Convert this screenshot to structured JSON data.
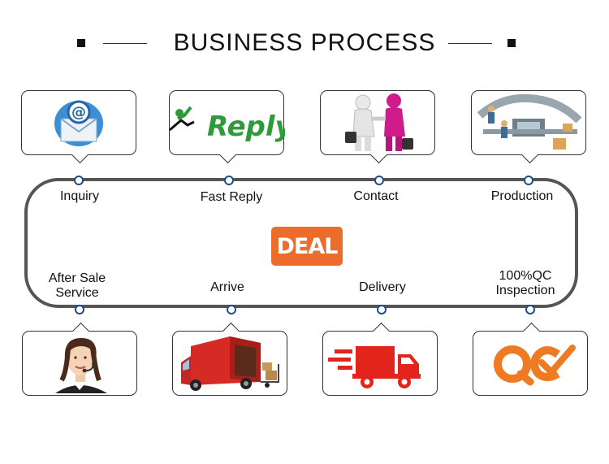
{
  "title": "BUSINESS PROCESS",
  "center_badge": "DEAL",
  "reply_logo_text": "Reply",
  "steps_top": [
    {
      "label": "Inquiry",
      "icon": "email-icon"
    },
    {
      "label": "Fast Reply",
      "icon": "reply-logo-icon"
    },
    {
      "label": "Contact",
      "icon": "handshake-icon"
    },
    {
      "label": "Production",
      "icon": "factory-line-icon"
    }
  ],
  "steps_bottom": [
    {
      "label_1": "After Sale",
      "label_2": "Service",
      "icon": "customer-service-icon"
    },
    {
      "label_1": "Arrive",
      "icon": "delivery-truck-icon"
    },
    {
      "label_1": "Delivery",
      "icon": "fast-truck-icon"
    },
    {
      "label_1": "100%QC",
      "label_2": "Inspection",
      "icon": "qc-check-icon"
    }
  ],
  "colors": {
    "accent": "#ec6d2b",
    "loop": "#555555",
    "dot": "#1f4d8c",
    "reply_green": "#2f9a3a",
    "truck_red": "#d62b25"
  }
}
